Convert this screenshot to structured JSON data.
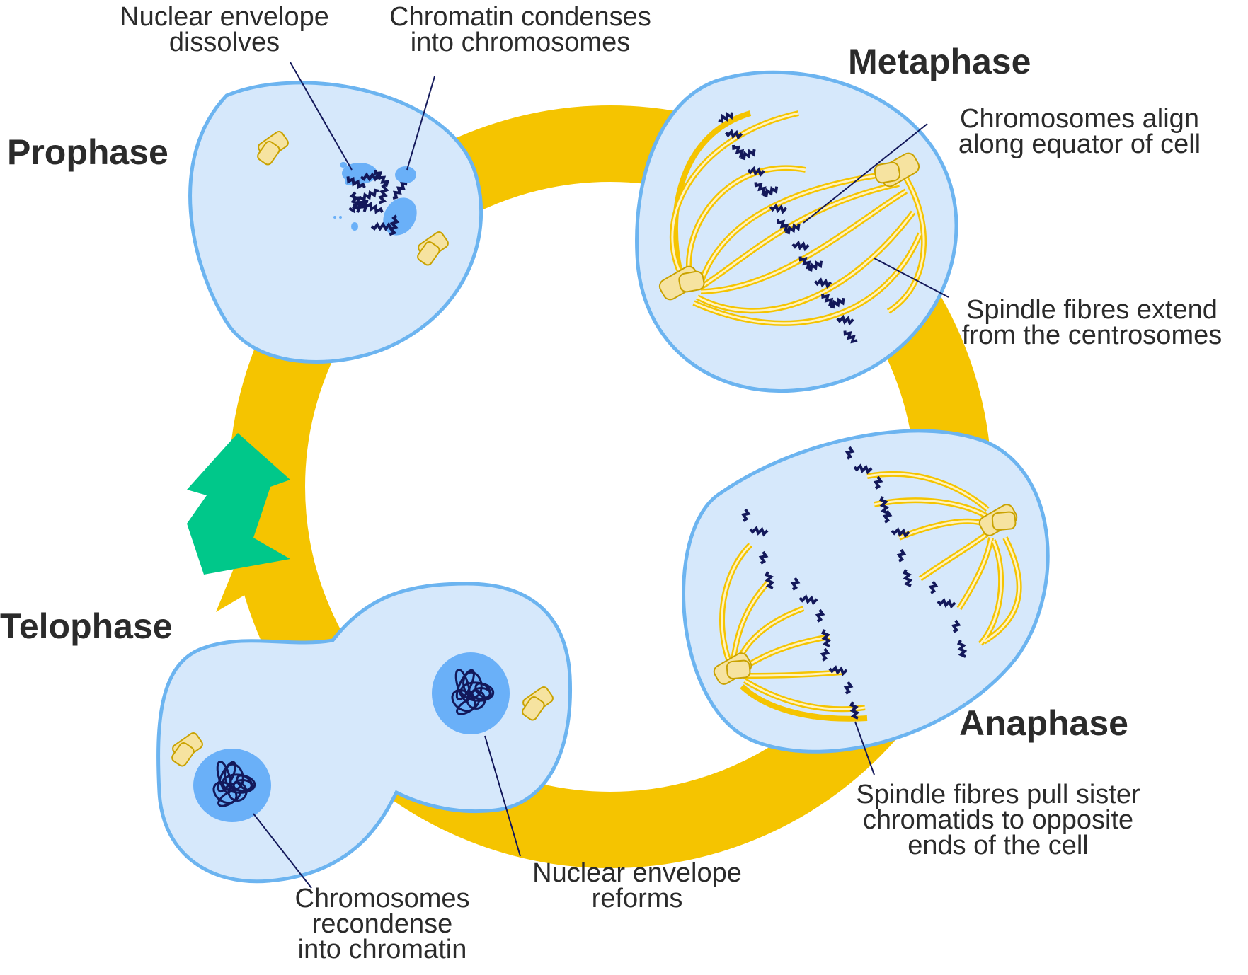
{
  "phases": {
    "prophase": "Prophase",
    "metaphase": "Metaphase",
    "anaphase": "Anaphase",
    "telophase": "Telophase"
  },
  "annotations": {
    "prophase_envelope": [
      "Nuclear envelope",
      "dissolves"
    ],
    "prophase_chromatin": [
      "Chromatin condenses",
      "into chromosomes"
    ],
    "metaphase_align": [
      "Chromosomes align",
      "along equator of cell"
    ],
    "metaphase_spindle": [
      "Spindle fibres extend",
      "from the centrosomes"
    ],
    "anaphase_pull": [
      "Spindle fibres pull sister",
      "chromatids to opposite",
      "ends of the cell"
    ],
    "telophase_envelope": [
      "Nuclear envelope",
      "reforms"
    ],
    "telophase_chromatin": [
      "Chromosomes",
      "recondense",
      "into chromatin"
    ]
  },
  "colors": {
    "cycle_ring": "#f5c400",
    "progress_arrow": "#00c88a",
    "cell_fill": "#d6e8fb",
    "cell_stroke": "#6cb4f0",
    "nucleus_fill": "#6ab0f8",
    "chromosome": "#13185a",
    "centrosome": "#f6e3a0",
    "spindle": "#f5c400",
    "text": "#2b2b2b"
  }
}
